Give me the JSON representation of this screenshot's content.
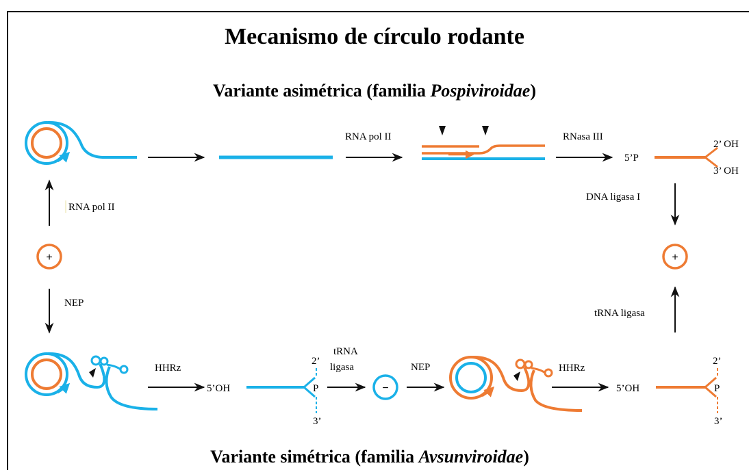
{
  "title": "Mecanismo de círculo rodante",
  "asymmetric": {
    "heading_prefix": "Variante asimétrica (familia ",
    "heading_family": "Pospiviroidae",
    "heading_suffix": ")",
    "rna_pol_top": "RNA pol II",
    "rnasa": "RNasa III",
    "five_p": "5’P",
    "two_oh": "2’ OH",
    "three_oh": "3’ OH",
    "dna_ligasa": "DNA  ligasa I",
    "rna_pol_left": "RNA pol II"
  },
  "center": {
    "plus_left": "+",
    "plus_right": "+",
    "nep_left": "NEP",
    "trna_ligasa_right": "tRNA ligasa"
  },
  "symmetric": {
    "heading_prefix": "Variante simétrica (familia ",
    "heading_family": "Avsunviroidae",
    "heading_suffix": ")",
    "hhrz_1": "HHRz",
    "five_oh_1": "5’OH",
    "two_1": "2’",
    "p_1": "P",
    "three_1": "3’",
    "trna_1": "tRNA",
    "ligasa_1": "ligasa",
    "minus": "−",
    "nep": "NEP",
    "hhrz_2": "HHRz",
    "five_oh_2": "5’OH",
    "two_2": "2’",
    "p_2": "P",
    "three_2": "3’"
  },
  "colors": {
    "orange": "#ee7b33",
    "blue": "#1ab1e8",
    "black": "#111111"
  }
}
